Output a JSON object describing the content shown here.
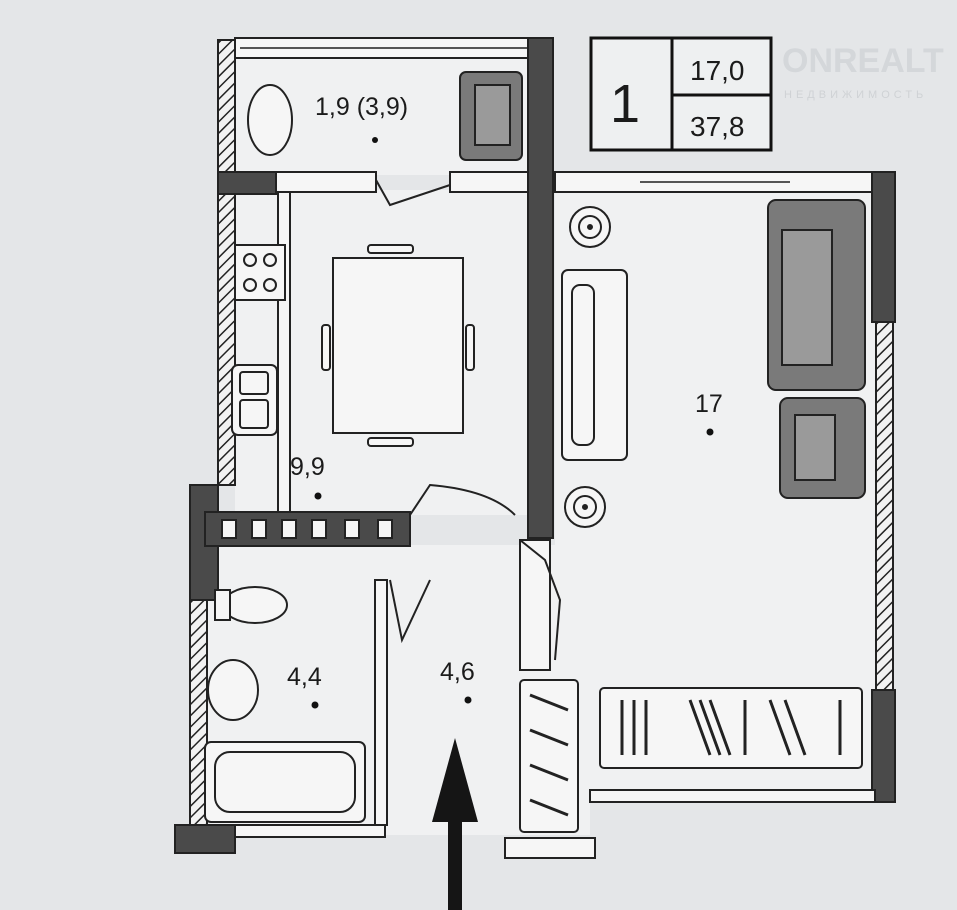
{
  "watermark": {
    "brand": "ONREALT",
    "subtitle": "НЕДВИЖИМОСТЬ"
  },
  "legend_box": {
    "rooms": "1",
    "living_area": "17,0",
    "total_area": "37,8"
  },
  "rooms": {
    "loggia": "1,9 (3,9)",
    "kitchen": "9,9",
    "living_room": "17",
    "bathroom": "4,4",
    "hallway": "4,6"
  },
  "colors": {
    "wall": "#4a4a4a",
    "furniture": "#7a7a7a",
    "line": "#222222",
    "background": "#e4e6e8"
  }
}
